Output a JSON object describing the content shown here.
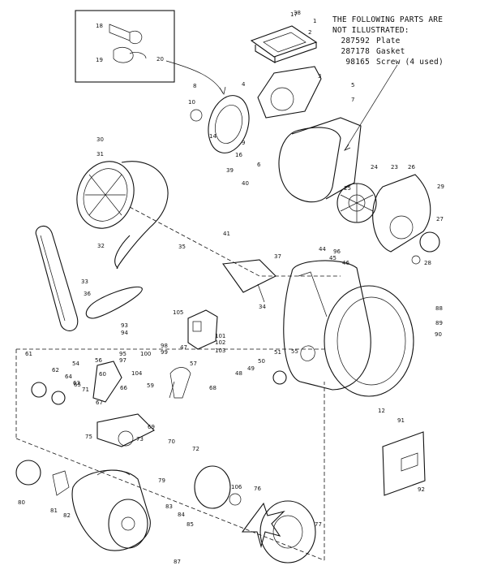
{
  "notes": {
    "heading": "THE FOLLOWING PARTS ARE\nNOT ILLUSTRATED:",
    "parts": [
      {
        "number": "287592",
        "desc": "Plate"
      },
      {
        "number": "287178",
        "desc": "Gasket"
      },
      {
        "number": "98165",
        "desc": "Screw (4 used)"
      }
    ]
  },
  "callouts": [
    "1",
    "2",
    "3",
    "4",
    "5",
    "6",
    "7",
    "8",
    "9",
    "10",
    "12",
    "14",
    "16",
    "17",
    "18",
    "19",
    "20",
    "23",
    "24",
    "25",
    "26",
    "27",
    "28",
    "29",
    "30",
    "31",
    "32",
    "33",
    "34",
    "35",
    "36",
    "37",
    "38",
    "39",
    "40",
    "41",
    "44",
    "45",
    "46",
    "47",
    "48",
    "49",
    "50",
    "51",
    "54",
    "55",
    "56",
    "57",
    "59",
    "60",
    "61",
    "62",
    "63",
    "64",
    "65",
    "66",
    "67",
    "68",
    "69",
    "70",
    "71",
    "72",
    "73",
    "75",
    "76",
    "77",
    "79",
    "80",
    "81",
    "82",
    "83",
    "84",
    "85",
    "87",
    "88",
    "89",
    "90",
    "91",
    "92",
    "93",
    "94",
    "95",
    "96",
    "97",
    "98",
    "99",
    "100",
    "101",
    "102",
    "103",
    "104",
    "105",
    "106"
  ],
  "colors": {
    "ink": "#111111",
    "paper": "#ffffff"
  }
}
